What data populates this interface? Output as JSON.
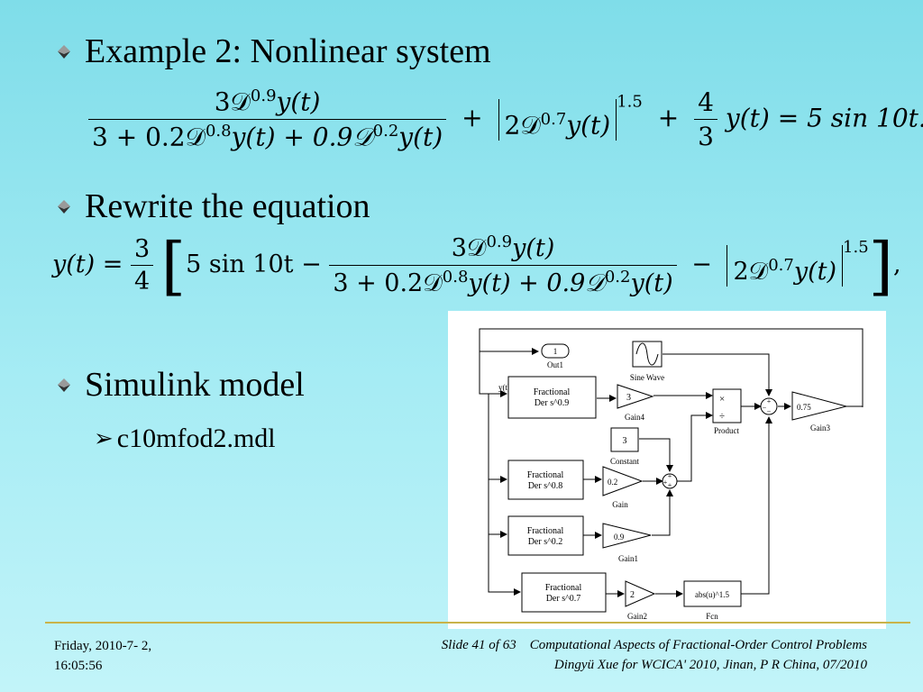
{
  "bullets": {
    "b1": "Example 2: Nonlinear system",
    "b2": "Rewrite the equation",
    "b3": "Simulink model",
    "sub1": "c10mfod2.mdl"
  },
  "eq1": {
    "num": "3𝒟",
    "num_exp": "0.9",
    "num_tail": "y(t)",
    "den_a": "3 + 0.2𝒟",
    "den_a_exp": "0.8",
    "den_b": "y(t) + 0.9𝒟",
    "den_b_exp": "0.2",
    "den_c": "y(t)",
    "plus1": "+",
    "abs_in": "2𝒟",
    "abs_exp": "0.7",
    "abs_tail": "y(t)",
    "pow": "1.5",
    "plus2": "+",
    "c_num": "4",
    "c_den": "3",
    "rhs": "y(t) = 5 sin 10t."
  },
  "eq2": {
    "lhs": "y(t) =",
    "c_num": "3",
    "c_den": "4",
    "term1": "5 sin 10t −",
    "num": "3𝒟",
    "num_exp": "0.9",
    "num_tail": "y(t)",
    "den_a": "3 + 0.2𝒟",
    "den_a_exp": "0.8",
    "den_b": "y(t) + 0.9𝒟",
    "den_b_exp": "0.2",
    "den_c": "y(t)",
    "minus": "−",
    "abs_in": "2𝒟",
    "abs_exp": "0.7",
    "abs_tail": "y(t)",
    "pow": "1.5",
    "comma": ","
  },
  "diagram": {
    "out_num": "1",
    "out_label": "Out1",
    "sine_label": "Sine Wave",
    "yt_label": "y(t)",
    "frac1": [
      "Fractional",
      "Der  s^0.9"
    ],
    "frac2": [
      "Fractional",
      "Der  s^0.8"
    ],
    "frac3": [
      "Fractional",
      "Der  s^0.2"
    ],
    "frac4": [
      "Fractional",
      "Der  s^0.7"
    ],
    "gain4_val": "3",
    "gain4_label": "Gain4",
    "const_val": "3",
    "const_label": "Constant",
    "gain_val": "0.2",
    "gain_label": "Gain",
    "gain1_val": "0.9",
    "gain1_label": "Gain1",
    "gain2_val": "2",
    "gain2_label": "Gain2",
    "fcn_val": "abs(u)^1.5",
    "fcn_label": "Fcn",
    "product_label": "Product",
    "prod_mul": "×",
    "prod_div": "÷",
    "gain3_val": "0.75",
    "gain3_label": "Gain3",
    "sum_plus": "+",
    "sum_minus": "−"
  },
  "footer": {
    "day": "Friday,  2010-7- 2,",
    "time": "16:05:56",
    "slide": "Slide 41 of 63",
    "title": "Computational Aspects of Fractional-Order Control Problems",
    "author": "Dingyü Xue for WCICA' 2010, Jinan, P R China, 07/2010"
  },
  "colors": {
    "background": "#7fdde9",
    "footer_line": "#c9b34a"
  }
}
